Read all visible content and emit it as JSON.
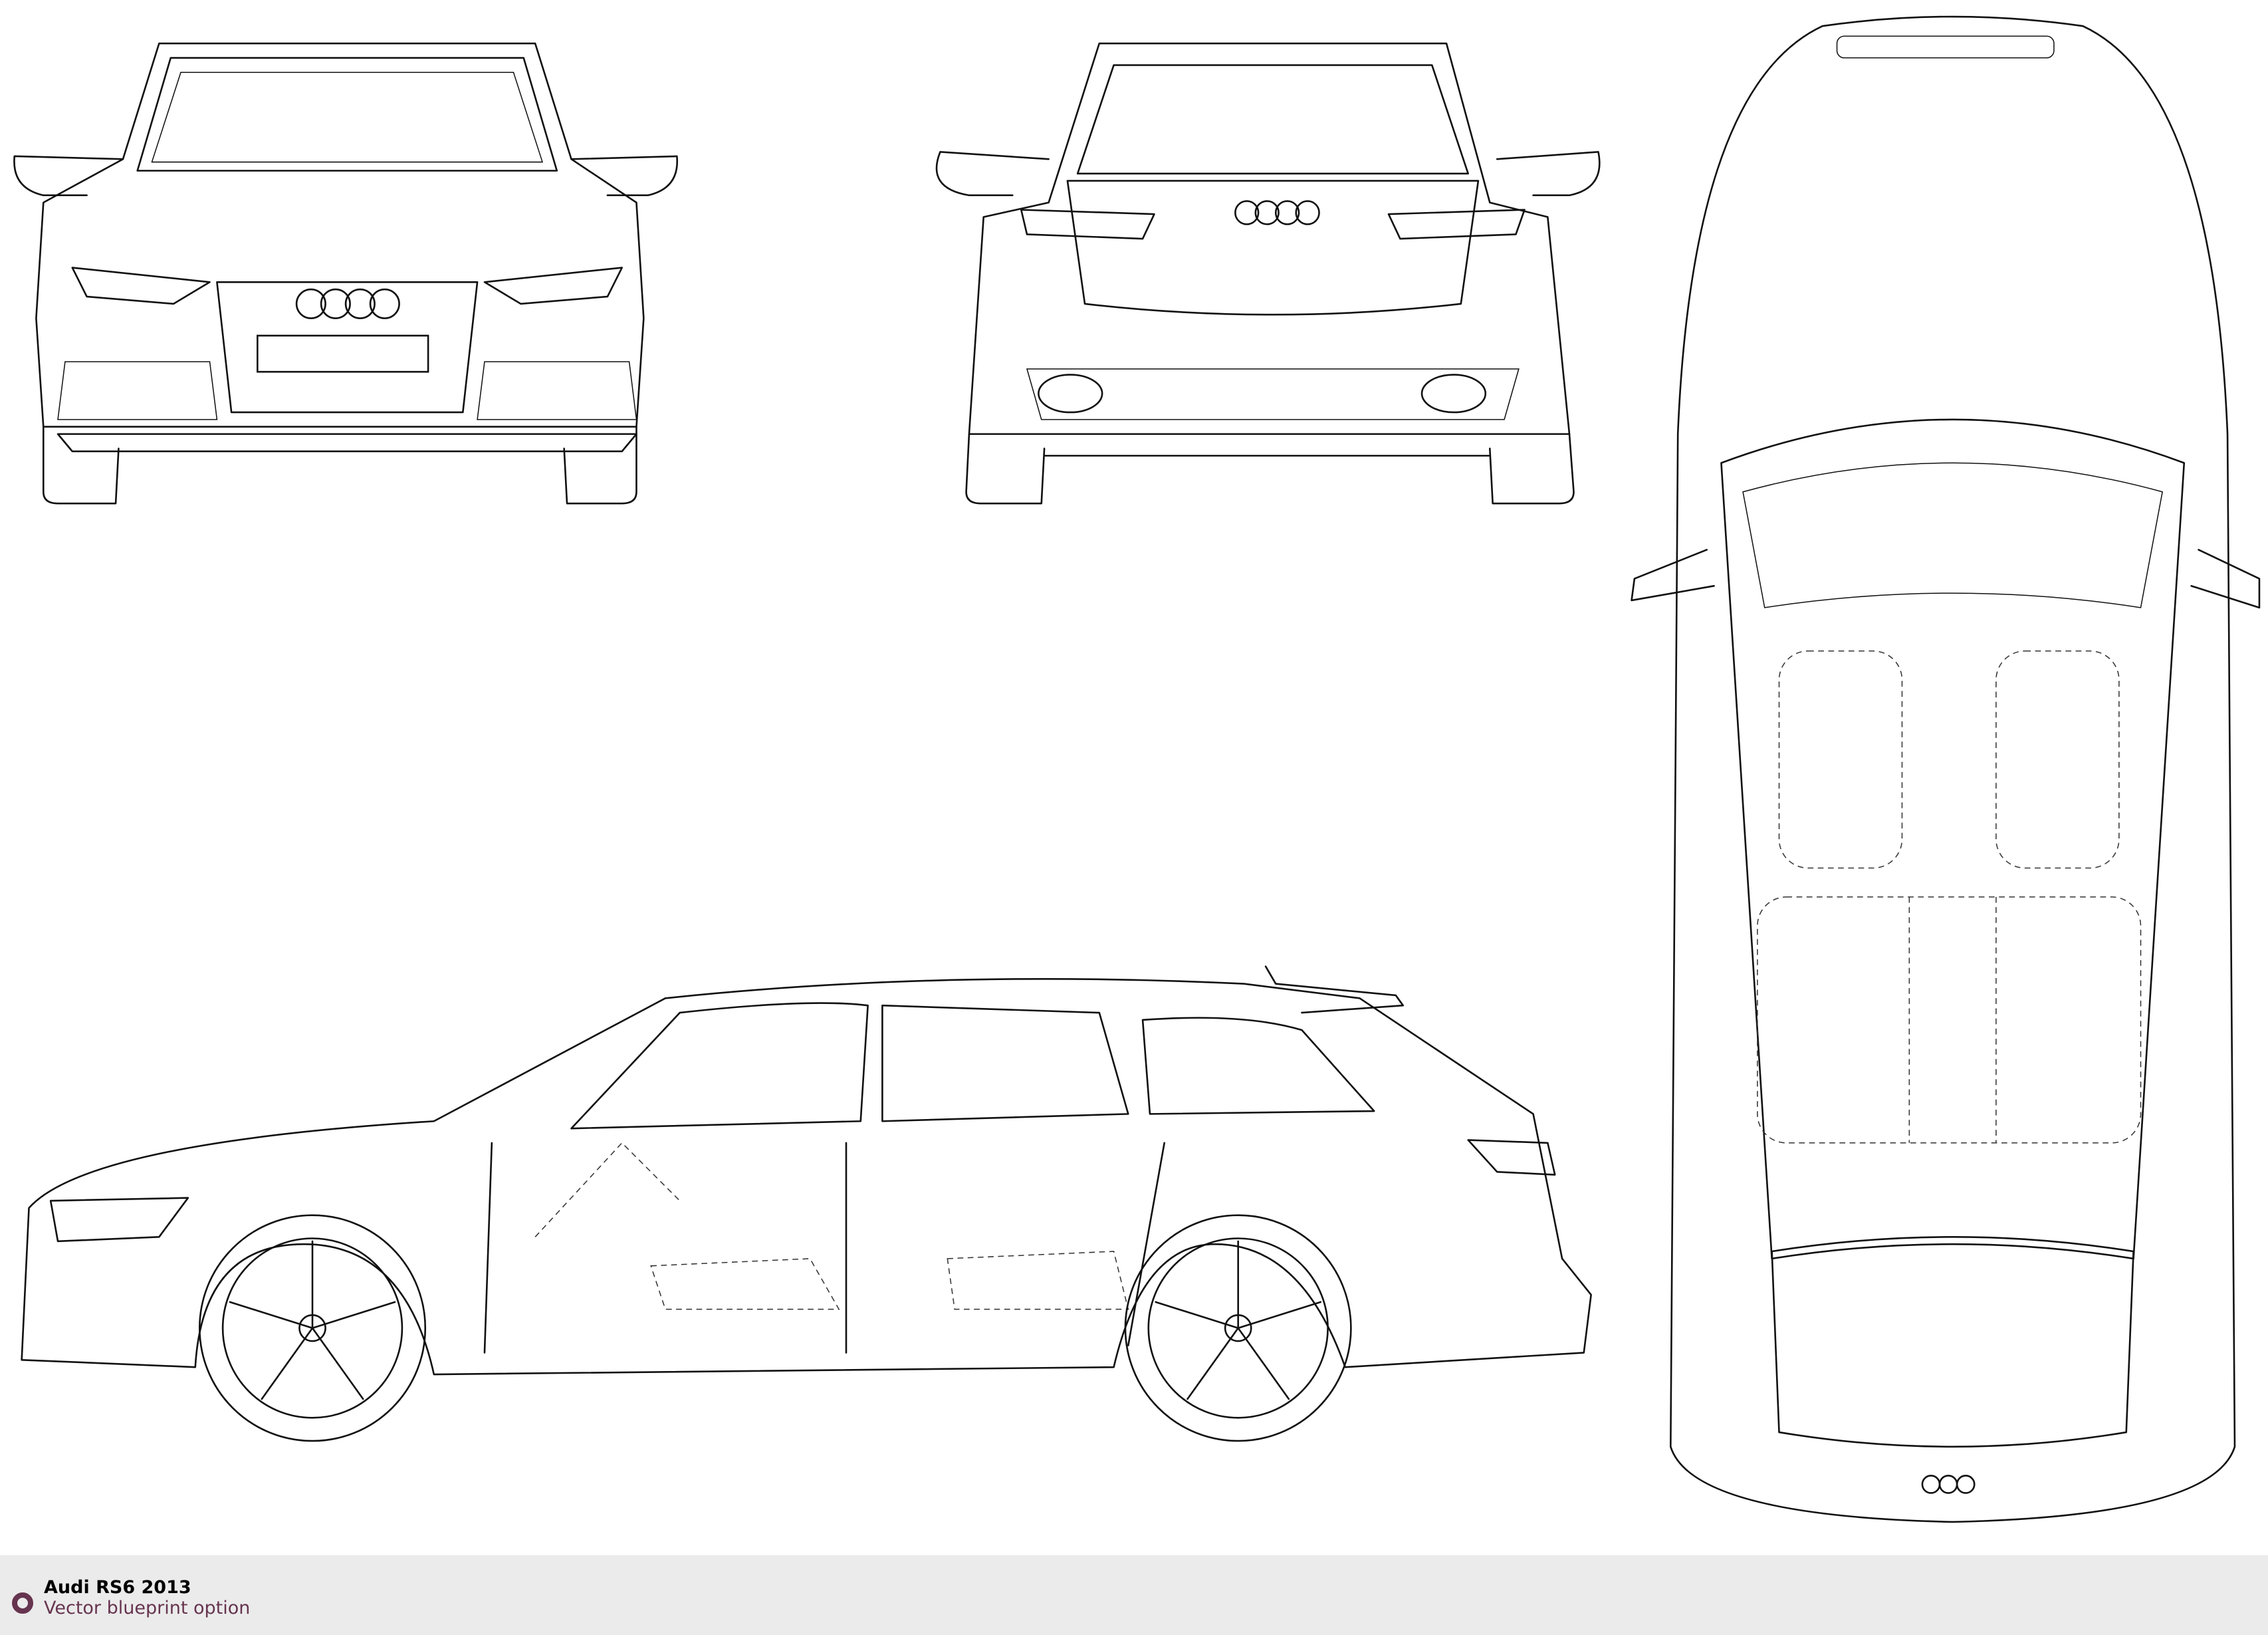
{
  "footer": {
    "title": "Audi RS6 2013",
    "subtitle": "Vector blueprint option",
    "accent_color": "#66344f",
    "background_color": "#ebebeb"
  },
  "views": [
    "front",
    "rear",
    "top",
    "side"
  ]
}
